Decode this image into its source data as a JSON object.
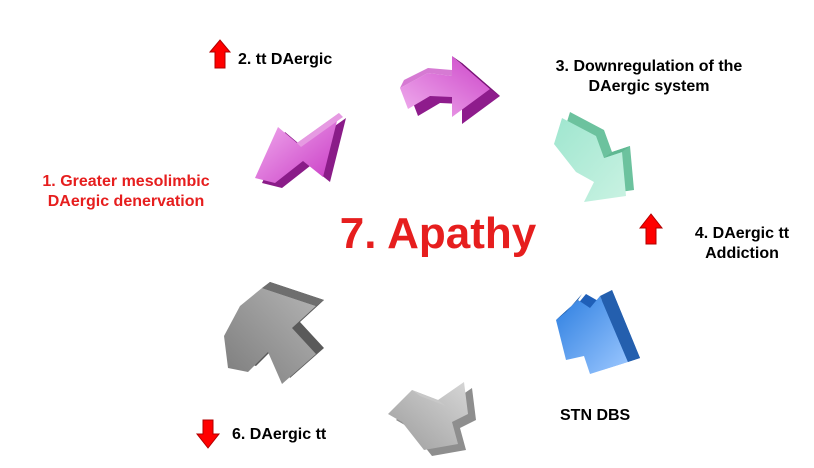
{
  "center": {
    "text": "7. Apathy",
    "color": "#e61e1e"
  },
  "steps": [
    {
      "text": "1. Greater mesolimbic\nDAergic denervation",
      "color": "#e61e1e"
    },
    {
      "text": "2. tt DAergic",
      "indicator": "up"
    },
    {
      "text": "3. Downregulation of the\nDAergic system"
    },
    {
      "text": "4. DAergic tt\nAddiction",
      "indicator": "up"
    },
    {
      "text": "STN DBS"
    },
    {
      "text": "6. DAergic tt",
      "indicator": "down"
    }
  ],
  "arrows": [
    {
      "name": "magenta-arrow-1",
      "color": "#cc33cc"
    },
    {
      "name": "magenta-arrow-2",
      "color": "#cc33cc"
    },
    {
      "name": "green-arrow",
      "color": "#88ddbb"
    },
    {
      "name": "blue-arrow",
      "color": "#3a86e0"
    },
    {
      "name": "light-gray-arrow",
      "color": "#b4b4b4"
    },
    {
      "name": "gray-arrow",
      "color": "#8c8c8c"
    }
  ],
  "indicator_color": "#ff0000"
}
